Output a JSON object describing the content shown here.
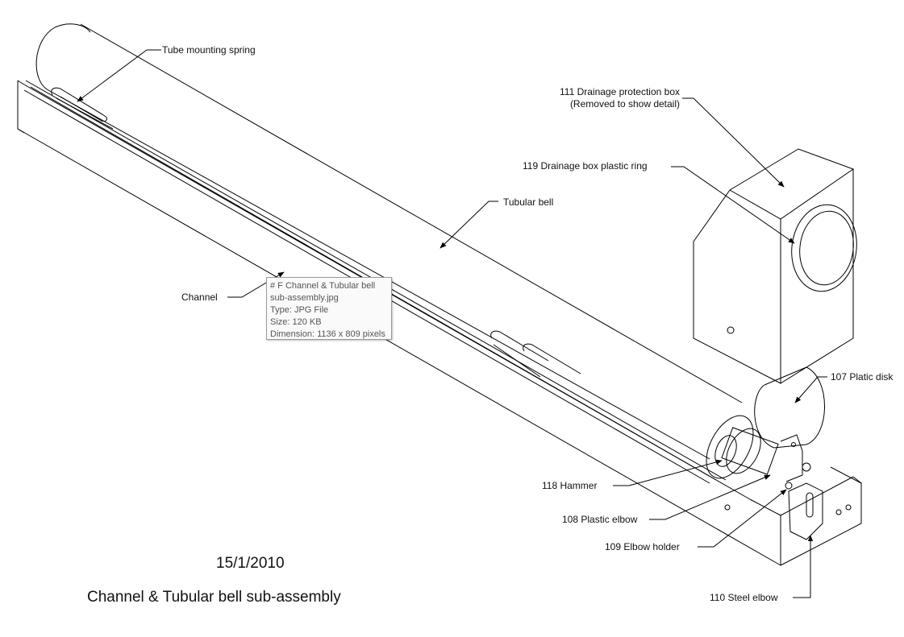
{
  "labels": {
    "tube_mounting_spring": "Tube mounting spring",
    "drainage_protection_box": "111   Drainage protection box",
    "removed_note": "(Removed to show detail)",
    "drainage_box_ring": "119   Drainage box plastic ring",
    "tubular_bell": "Tubular bell",
    "channel": "Channel",
    "platic_disk": "107   Platic disk",
    "hammer": "118   Hammer",
    "plastic_elbow": "108   Plastic elbow",
    "elbow_holder": "109   Elbow holder",
    "steel_elbow": "110   Steel elbow"
  },
  "date": "15/1/2010",
  "title": "Channel & Tubular bell sub-assembly",
  "tooltip": {
    "line1": "# F Channel & Tubular bell",
    "line2": "sub-assembly.jpg",
    "line3": "Type: JPG File",
    "line4": "Size: 120 KB",
    "line5": "Dimension: 1136 x 809 pixels"
  }
}
